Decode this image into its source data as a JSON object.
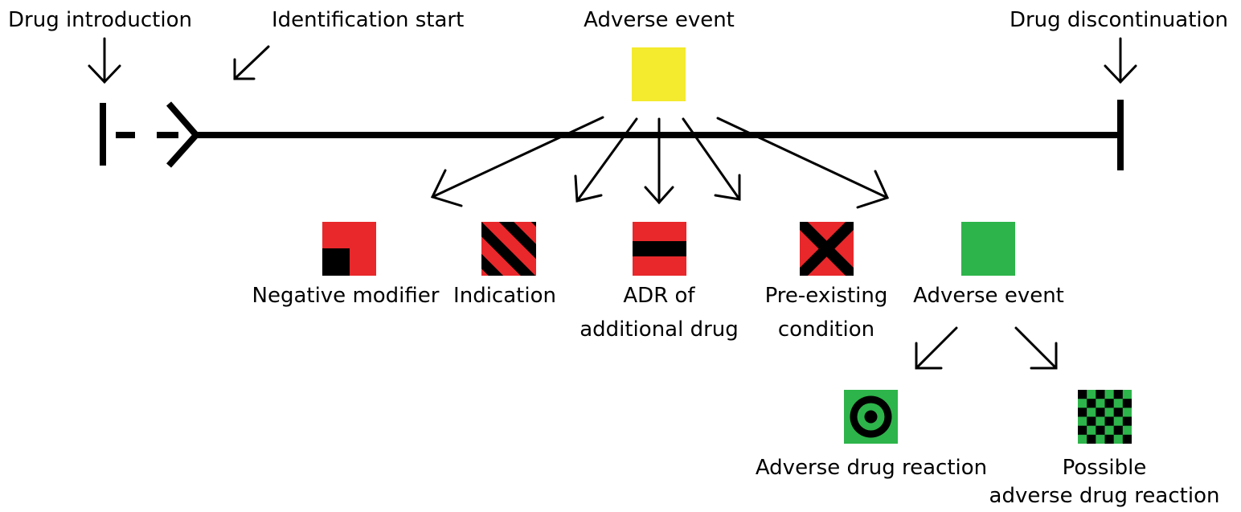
{
  "timeline": {
    "drug_introduction": "Drug introduction",
    "identification_start": "Identification start",
    "adverse_event": "Adverse event",
    "drug_discontinuation": "Drug discontinuation"
  },
  "categories": {
    "negative_modifier": "Negative modifier",
    "indication": "Indication",
    "adr_additional_line1": "ADR of",
    "adr_additional_line2": "additional drug",
    "pre_existing_line1": "Pre-existing",
    "pre_existing_line2": "condition",
    "adverse_event": "Adverse event"
  },
  "subcategories": {
    "adverse_drug_reaction": "Adverse drug reaction",
    "possible_adr_line1": "Possible",
    "possible_adr_line2": "adverse drug reaction"
  },
  "colors": {
    "line": "#000000",
    "yellow": "#f4ea2e",
    "red": "#e8282b",
    "green": "#2db44a",
    "black": "#000000"
  }
}
